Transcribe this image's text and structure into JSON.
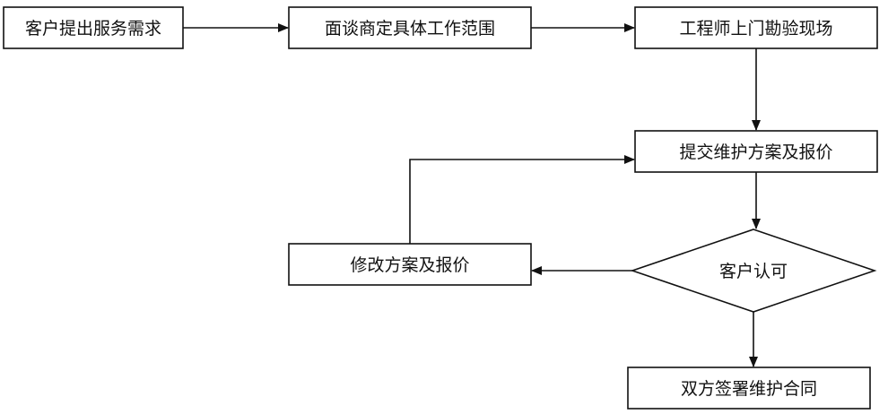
{
  "nodes": {
    "request": "客户提出服务需求",
    "discuss": "面谈商定具体工作范围",
    "survey": "工程师上门勘验现场",
    "submit": "提交维护方案及报价",
    "approve": "客户认可",
    "revise": "修改方案及报价",
    "contract": "双方签署维护合同"
  }
}
